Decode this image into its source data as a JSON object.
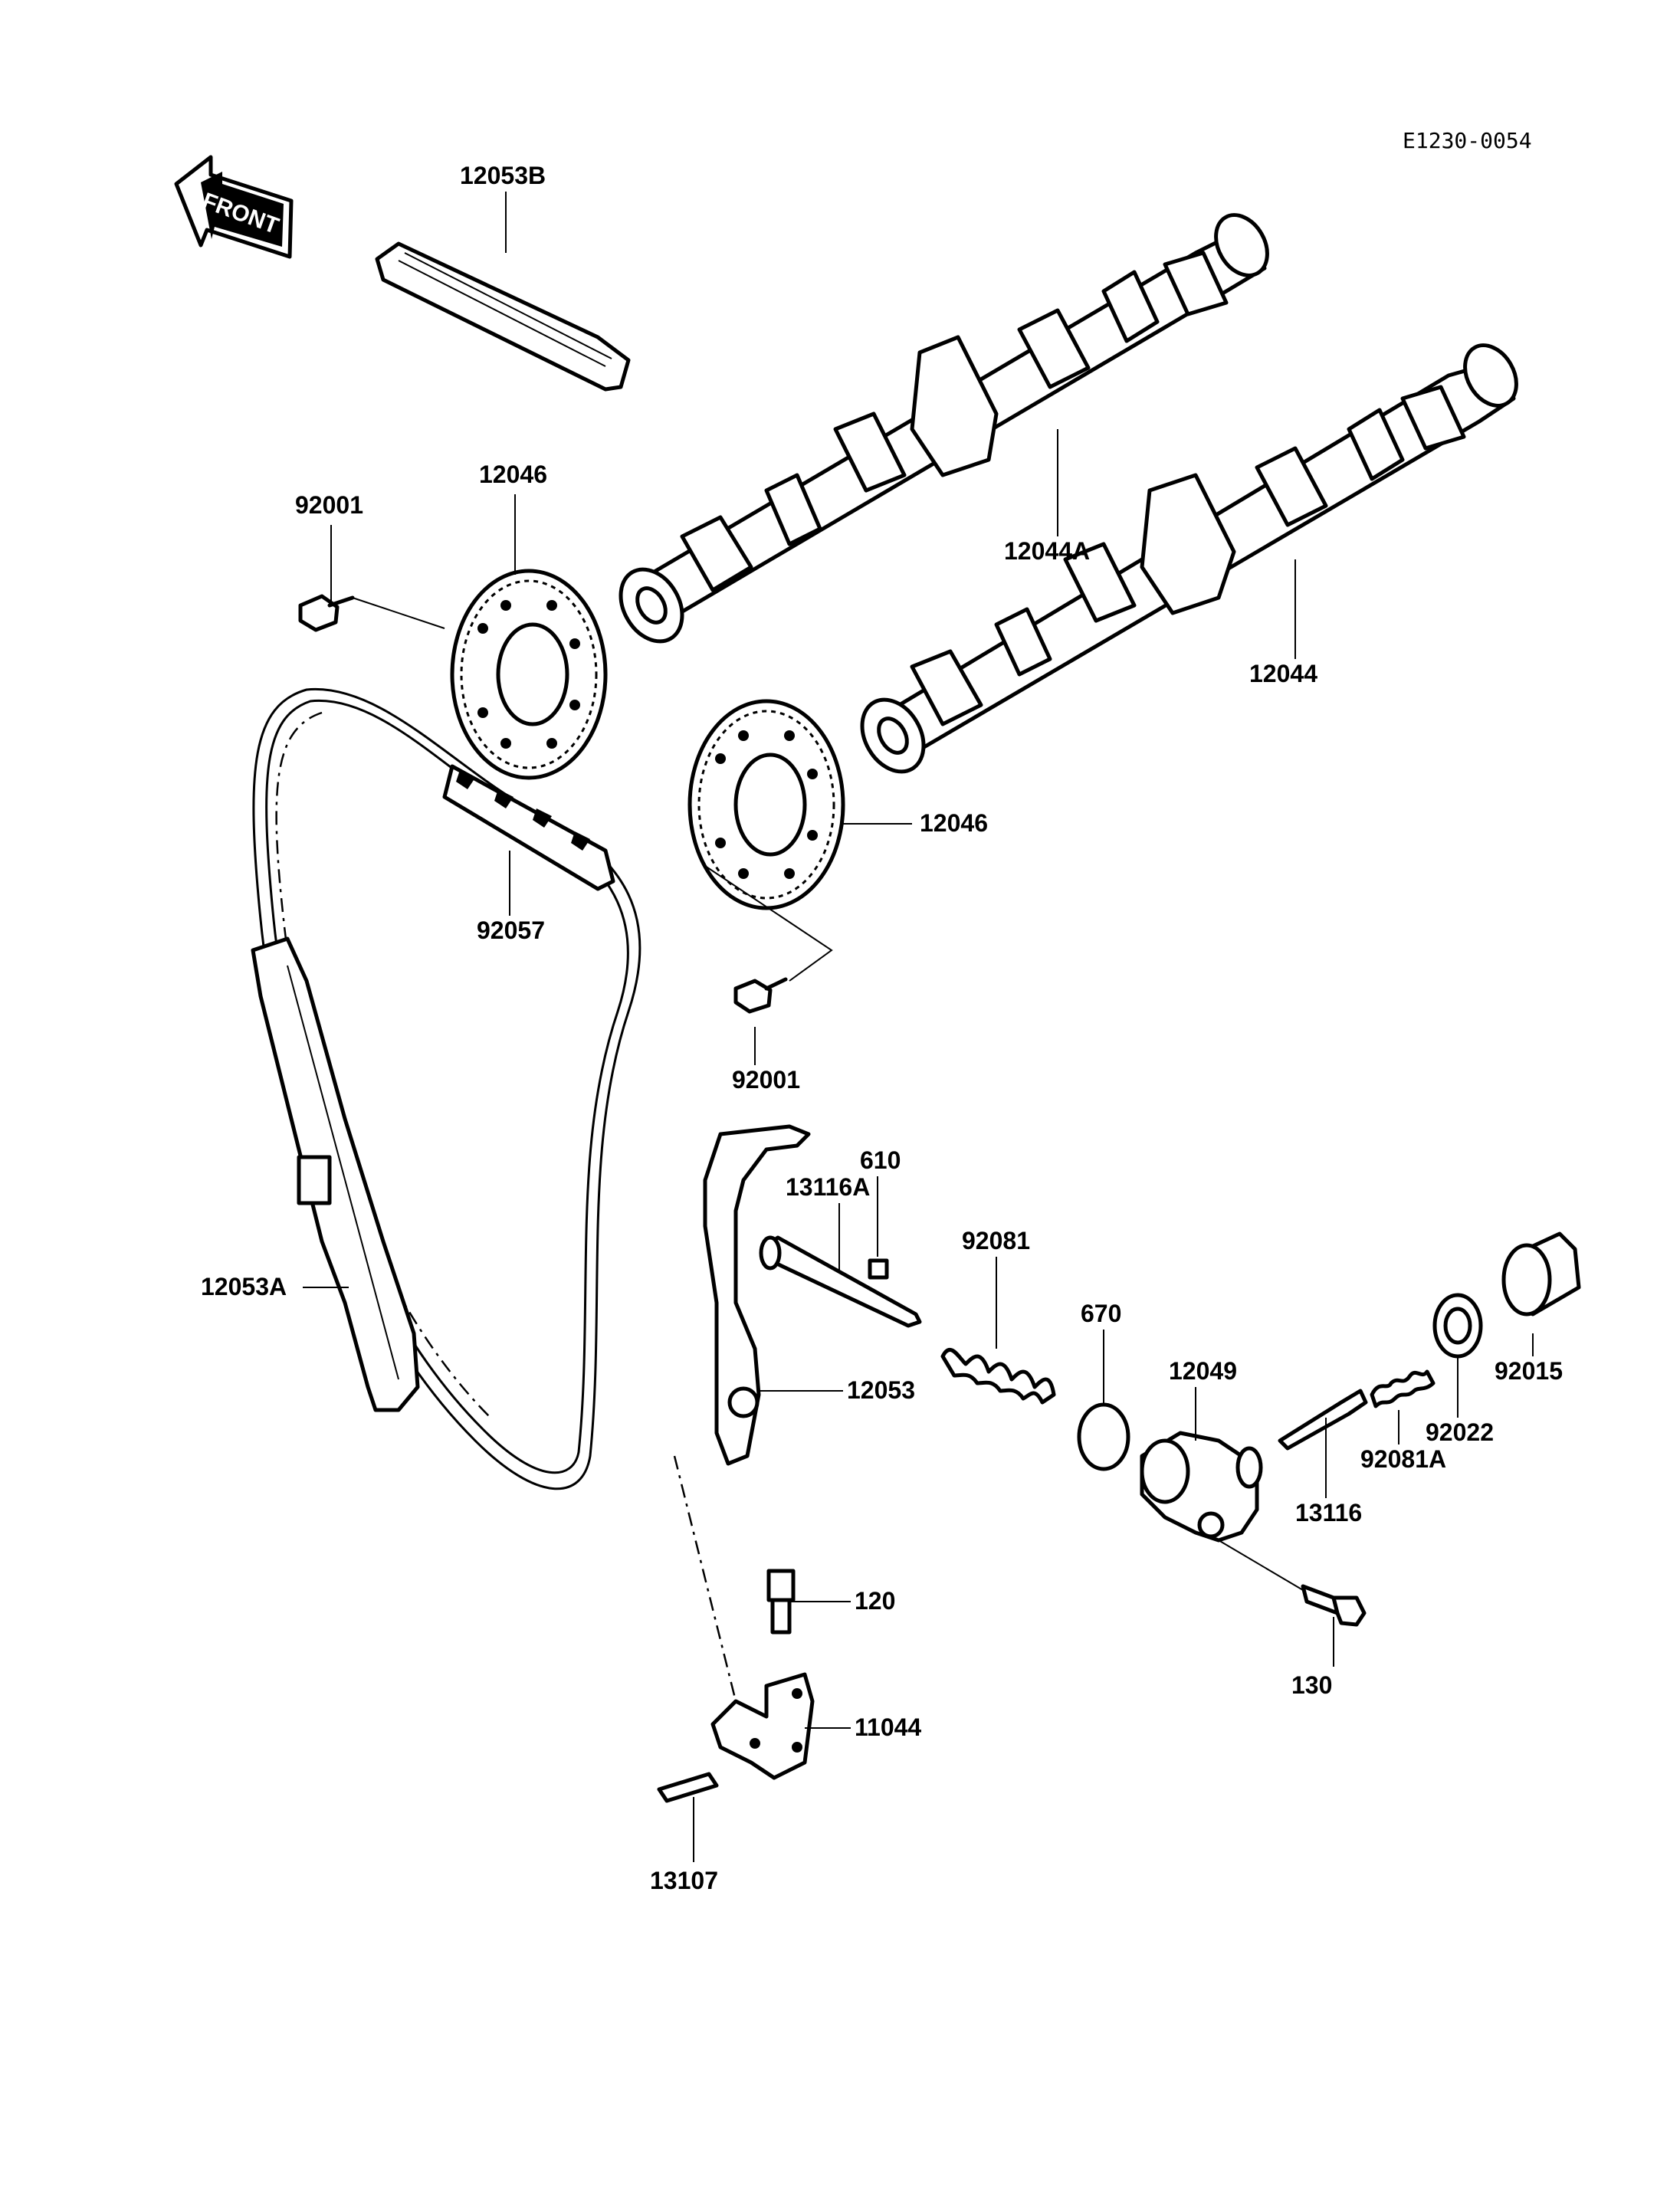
{
  "diagram_code": "E1230-0054",
  "direction_arrow": "FRONT",
  "parts": [
    {
      "id": "12053B"
    },
    {
      "id": "12044A"
    },
    {
      "id": "12044"
    },
    {
      "id": "92001"
    },
    {
      "id": "12046"
    },
    {
      "id": "12046"
    },
    {
      "id": "92057"
    },
    {
      "id": "92001"
    },
    {
      "id": "12053A"
    },
    {
      "id": "610"
    },
    {
      "id": "13116A"
    },
    {
      "id": "92081"
    },
    {
      "id": "670"
    },
    {
      "id": "12049"
    },
    {
      "id": "92015"
    },
    {
      "id": "92022"
    },
    {
      "id": "92081A"
    },
    {
      "id": "13116"
    },
    {
      "id": "12053"
    },
    {
      "id": "120"
    },
    {
      "id": "130"
    },
    {
      "id": "11044"
    },
    {
      "id": "13107"
    }
  ]
}
